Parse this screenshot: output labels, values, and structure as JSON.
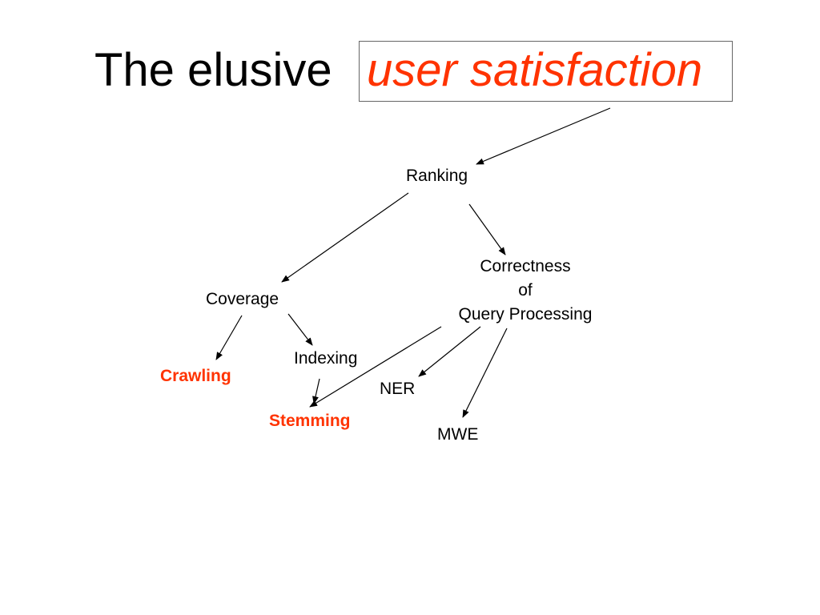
{
  "title": {
    "prefix": "The elusive",
    "highlight": "user satisfaction"
  },
  "colors": {
    "text": "#000000",
    "accent": "#ff3300",
    "box_border": "#666666",
    "arrow": "#000000"
  },
  "nodes": {
    "ranking": "Ranking",
    "coverage": "Coverage",
    "correctness_line1": "Correctness",
    "correctness_line2": "of",
    "correctness_line3": "Query Processing",
    "indexing": "Indexing",
    "crawling": "Crawling",
    "ner": "NER",
    "stemming": "Stemming",
    "mwe": "MWE"
  },
  "edges": [
    {
      "from": "user satisfaction",
      "to": "Ranking"
    },
    {
      "from": "Ranking",
      "to": "Coverage"
    },
    {
      "from": "Ranking",
      "to": "Correctness of Query Processing"
    },
    {
      "from": "Coverage",
      "to": "Crawling"
    },
    {
      "from": "Coverage",
      "to": "Indexing"
    },
    {
      "from": "Indexing",
      "to": "Stemming"
    },
    {
      "from": "Correctness of Query Processing",
      "to": "Stemming"
    },
    {
      "from": "Correctness of Query Processing",
      "to": "NER"
    },
    {
      "from": "Correctness of Query Processing",
      "to": "MWE"
    }
  ]
}
